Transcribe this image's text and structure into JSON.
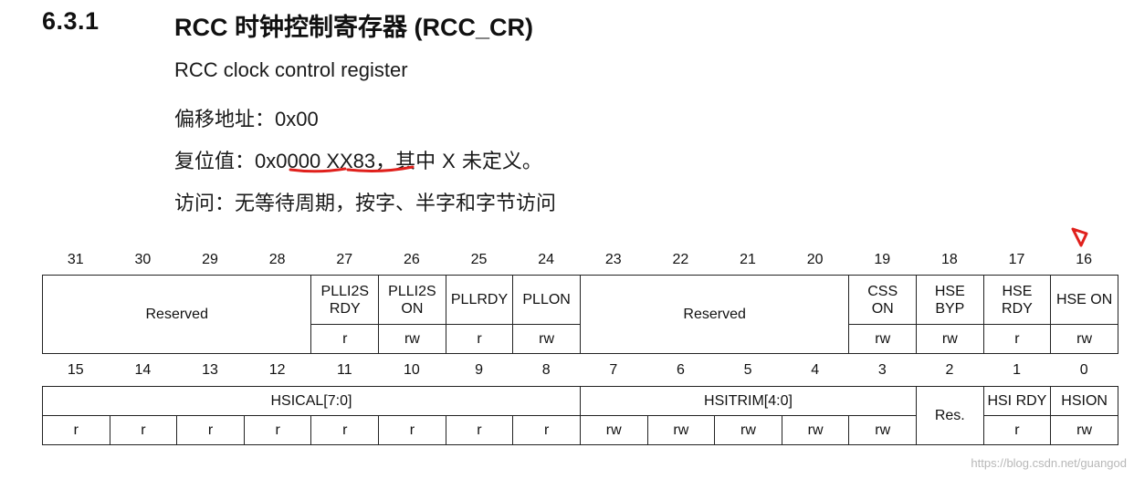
{
  "heading": {
    "number": "6.3.1",
    "title": "RCC 时钟控制寄存器 (RCC_CR)"
  },
  "subtitle": "RCC clock control register",
  "offset": {
    "label": "偏移地址：",
    "value": "0x00"
  },
  "reset": {
    "label": "复位值：",
    "value_prefix": "0x",
    "value_mid": "0000 XX83",
    "value_sep": "，",
    "note_pre": "其中 ",
    "note_x": "X",
    "note_post": " 未定义。"
  },
  "access": {
    "text": "访问：无等待周期，按字、半字和字节访问"
  },
  "annotation_colors": {
    "underline": "#e0201c",
    "marker": "#e0201c"
  },
  "upper_bits": [
    "31",
    "30",
    "29",
    "28",
    "27",
    "26",
    "25",
    "24",
    "23",
    "22",
    "21",
    "20",
    "19",
    "18",
    "17",
    "16"
  ],
  "upper_fields": [
    {
      "name": "Reserved",
      "access": ""
    },
    {
      "name_l1": "PLLI2S",
      "name_l2": "RDY",
      "access": "r"
    },
    {
      "name_l1": "PLLI2S",
      "name_l2": "ON",
      "access": "rw"
    },
    {
      "name": "PLLRDY",
      "access": "r"
    },
    {
      "name": "PLLON",
      "access": "rw"
    },
    {
      "name": "Reserved",
      "access": ""
    },
    {
      "name_l1": "CSS",
      "name_l2": "ON",
      "access": "rw"
    },
    {
      "name_l1": "HSE",
      "name_l2": "BYP",
      "access": "rw"
    },
    {
      "name_l1": "HSE",
      "name_l2": "RDY",
      "access": "r"
    },
    {
      "name": "HSE ON",
      "access": "rw"
    }
  ],
  "lower_bits": [
    "15",
    "14",
    "13",
    "12",
    "11",
    "10",
    "9",
    "8",
    "7",
    "6",
    "5",
    "4",
    "3",
    "2",
    "1",
    "0"
  ],
  "lower_fields": {
    "hsical": "HSICAL[7:0]",
    "hsical_access": [
      "r",
      "r",
      "r",
      "r",
      "r",
      "r",
      "r",
      "r"
    ],
    "hsitrim": "HSITRIM[4:0]",
    "hsitrim_access": [
      "rw",
      "rw",
      "rw",
      "rw",
      "rw"
    ],
    "res": "Res.",
    "hsirdy": "HSI RDY",
    "hsirdy_access": "r",
    "hsion": "HSION",
    "hsion_access": "rw"
  },
  "watermark": "https://blog.csdn.net/guangod"
}
